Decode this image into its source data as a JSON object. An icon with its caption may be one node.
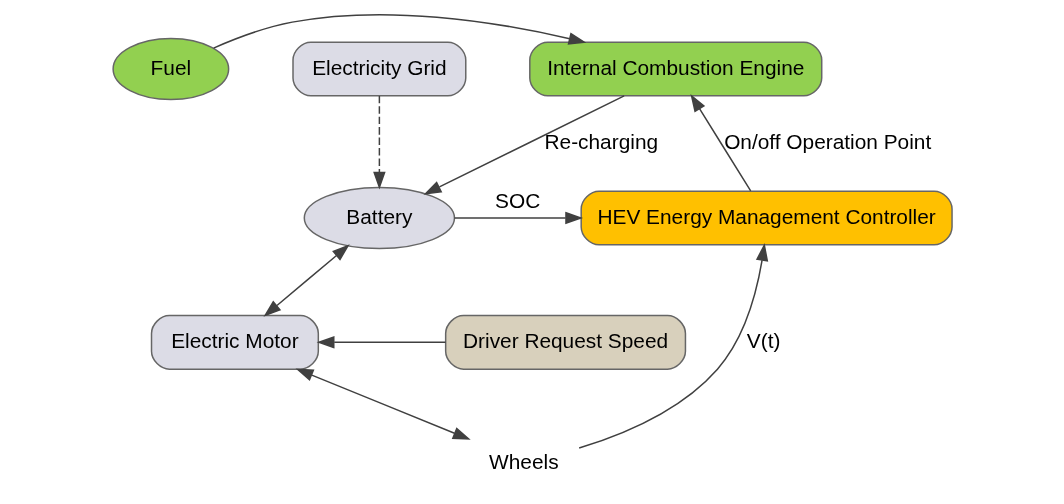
{
  "diagram": {
    "nodes": [
      {
        "text": [
          "Fuel"
        ]
      },
      {
        "text": [
          "Internal Combustion Engine"
        ]
      },
      {
        "text": [
          "Electricity Grid"
        ]
      },
      {
        "text": [
          "HEV Energy Management Controller"
        ]
      },
      {
        "text": [
          "Battery"
        ]
      },
      {
        "text": [
          "Electric Motor"
        ]
      },
      {
        "text": [
          "Driver Request Speed"
        ]
      },
      {
        "text": [
          "Wheels"
        ]
      }
    ],
    "edges": [
      {
        "from": 0,
        "to": 1,
        "arrow": "to"
      },
      {
        "from": 1,
        "to": 4,
        "arrow": "to",
        "label": "Re-charging"
      },
      {
        "from": 3,
        "to": 1,
        "arrow": "to",
        "label": "On/off Operation Point"
      },
      {
        "from": 4,
        "to": 3,
        "arrow": "to",
        "label": "SOC"
      },
      {
        "from": 2,
        "to": 4,
        "arrow": "to",
        "style": "dashed"
      },
      {
        "from": 4,
        "to": 5,
        "arrow": "both"
      },
      {
        "from": 6,
        "to": 5,
        "arrow": "to"
      },
      {
        "from": 5,
        "to": 7,
        "arrow": "both"
      },
      {
        "from": 7,
        "to": 3,
        "arrow": "to",
        "label": "V(t)"
      }
    ]
  }
}
